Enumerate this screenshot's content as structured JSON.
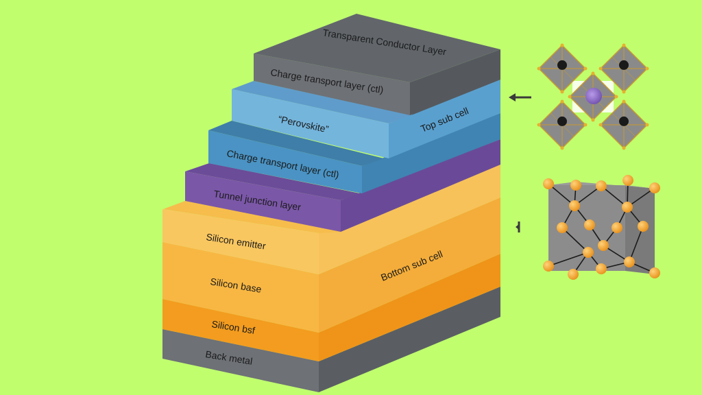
{
  "diagram": {
    "layers": [
      {
        "id": "tcl",
        "label": "Transparent Conductor Layer",
        "color": "#62666b"
      },
      {
        "id": "ctl-top",
        "label": "Charge transport layer (ctl)",
        "color": "#6e7176"
      },
      {
        "id": "perovskite",
        "label": "“Perovskite”",
        "color": "#74b5dc"
      },
      {
        "id": "ctl-bottom",
        "label": "Charge transport layer (ctl)",
        "color": "#4a93c4"
      },
      {
        "id": "tunnel",
        "label": "Tunnel junction layer",
        "color": "#7b57a8"
      },
      {
        "id": "si-emitter",
        "label": "Silicon emitter",
        "color": "#f9c456"
      },
      {
        "id": "si-base",
        "label": "Silicon base",
        "color": "#f8b743"
      },
      {
        "id": "si-bsf",
        "label": "Silicon bsf",
        "color": "#f39c1f"
      },
      {
        "id": "back-metal",
        "label": "Back metal",
        "color": "#6e7176"
      }
    ],
    "subcells": {
      "top": "Top sub cell",
      "bottom": "Bottom sub cell"
    },
    "illustrations": {
      "perovskite_crystal": "perovskite-crystal-structure",
      "silicon_crystal": "silicon-crystal-lattice"
    },
    "colors": {
      "background": "#c0fe6e",
      "octahedron": "#8a8a8a",
      "octahedron_edge": "#c99a2e",
      "atom_center": "#1a1a1a",
      "perovskite_cation": "#7a5ab8",
      "silicon_atom": "#f5a623",
      "silicon_cube": "#8c8c8c"
    }
  }
}
